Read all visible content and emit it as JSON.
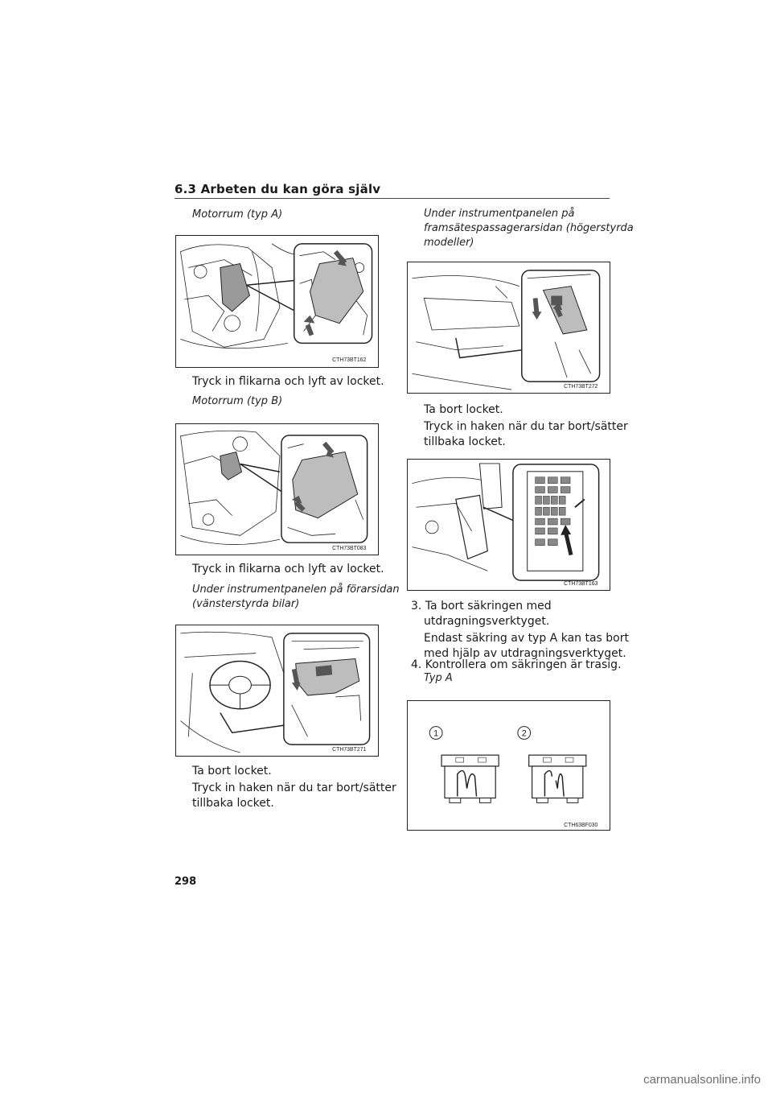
{
  "header": {
    "title": "6.3  Arbeten du kan göra själv"
  },
  "left": {
    "caption_a": "Motorrum (typ A)",
    "fig1_code": "CTH73BT162",
    "text_a": "Tryck in flikarna och lyft av locket.",
    "caption_b": "Motorrum (typ B)",
    "fig2_code": "CTH73BT083",
    "text_b": "Tryck in flikarna och lyft av locket.",
    "caption_c_line1": "Under instrumentpanelen på förarsidan",
    "caption_c_line2": "(vänsterstyrda bilar)",
    "fig3_code": "CTH73BT271",
    "text_c1": "Ta bort locket.",
    "text_c2_line1": "Tryck in haken när du tar bort/sätter",
    "text_c2_line2": "tillbaka locket."
  },
  "right": {
    "caption_d_line1": "Under instrumentpanelen på",
    "caption_d_line2": "framsätespassagerarsidan (högerstyrda",
    "caption_d_line3": "modeller)",
    "fig4_code": "CTH73BT272",
    "text_d1": "Ta bort locket.",
    "text_d2_line1": "Tryck in haken när du tar bort/sätter",
    "text_d2_line2": "tillbaka locket.",
    "fig5_code": "CTH73BT163",
    "step3_line1": "3. Ta bort säkringen med",
    "step3_line2": "utdragningsverktyget.",
    "step3_note_line1": "Endast säkring av typ A kan tas bort",
    "step3_note_line2": "med hjälp av utdragningsverktyget.",
    "step4": "4. Kontrollera om säkringen är trasig.",
    "caption_typ": "Typ A",
    "fig6_code": "CTH63BF030",
    "fig6_label1": "1",
    "fig6_label2": "2"
  },
  "page_number": "298",
  "watermark": "carmanualsonline.info"
}
